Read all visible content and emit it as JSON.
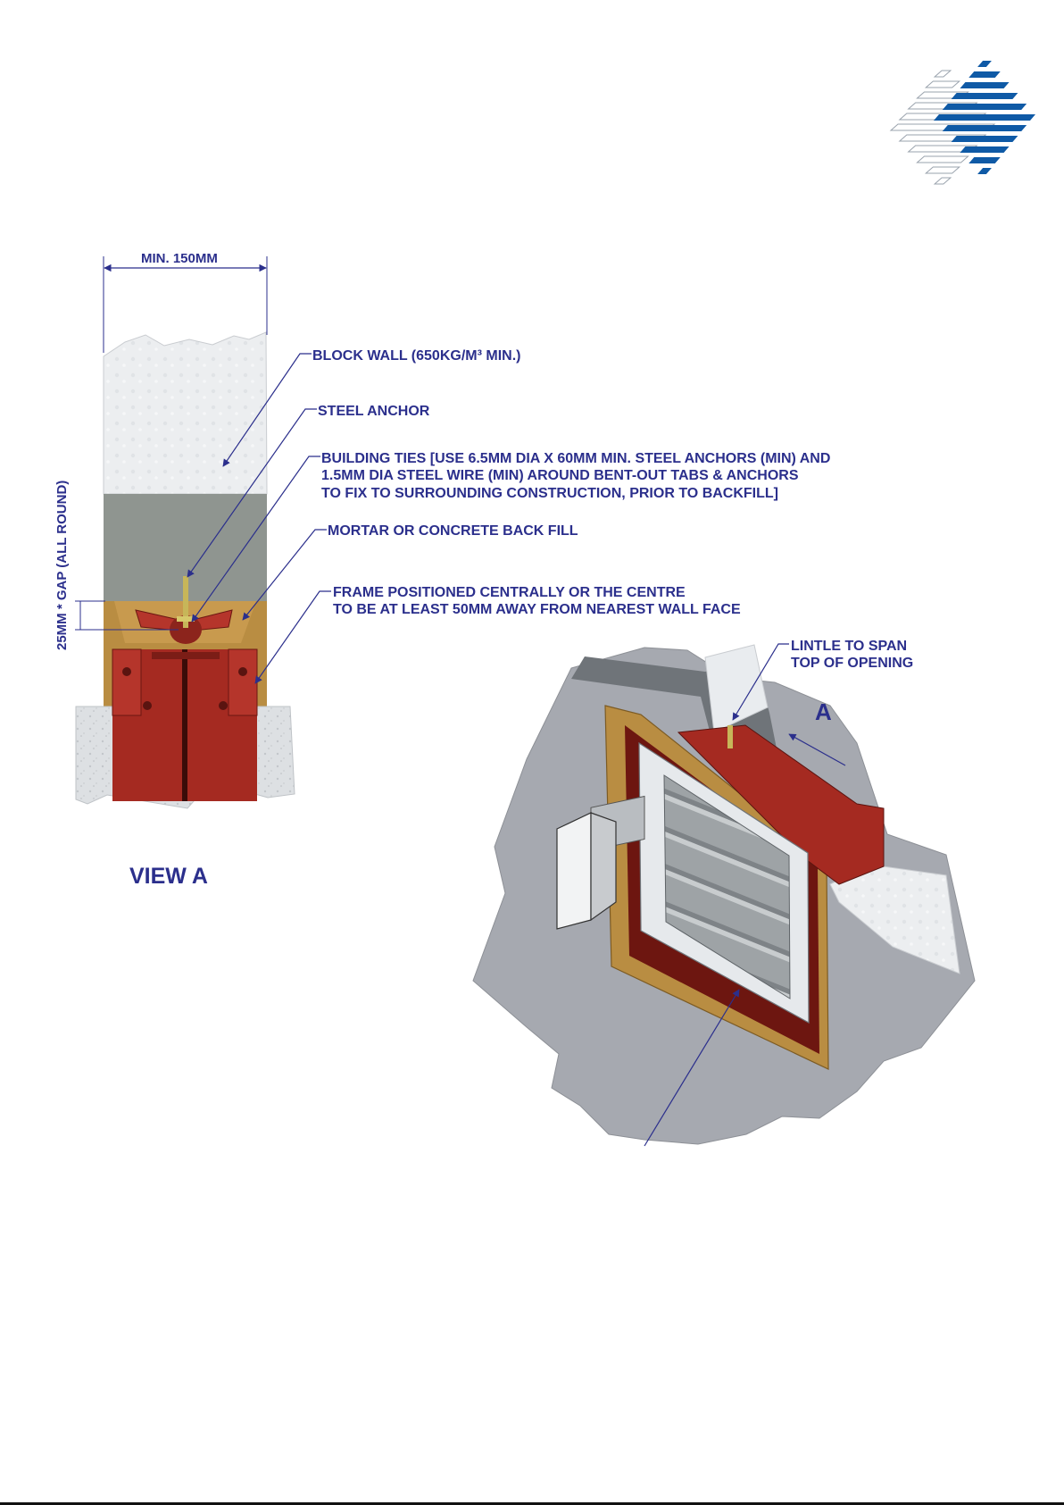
{
  "colors": {
    "ink": "#2b2f8c",
    "logo_blue": "#0f5aa6",
    "block": "#e9ecef",
    "concrete": "#8f9590",
    "mortar": "#b98d42",
    "frame_red": "#a52a21",
    "wall_grey": "#a6a9b0",
    "slab_grey": "#d3d6d9"
  },
  "logo": {
    "icon": "diamond-stripes-logo-icon"
  },
  "view_a": {
    "dim_width": "MIN. 150MM",
    "dim_gap": "25MM * GAP (ALL ROUND)",
    "title": "VIEW A",
    "callouts": {
      "block_wall": "BLOCK WALL (650KG/M³ MIN.)",
      "steel_anchor": "STEEL ANCHOR",
      "building_ties_1": "BUILDING TIES [USE 6.5MM DIA X 60MM MIN. STEEL ANCHORS (MIN) AND",
      "building_ties_2": "1.5MM DIA STEEL WIRE (MIN) AROUND BENT-OUT TABS & ANCHORS",
      "building_ties_3": "TO FIX TO SURROUNDING CONSTRUCTION, PRIOR TO BACKFILL]",
      "mortar": "MORTAR OR CONCRETE BACK FILL",
      "frame_1": "FRAME POSITIONED CENTRALLY OR THE CENTRE",
      "frame_2": "TO BE AT LEAST 50MM AWAY FROM NEAREST WALL FACE"
    }
  },
  "iso_view": {
    "lintel_1": "LINTLE TO SPAN",
    "lintel_2": "TOP OF OPENING",
    "view_marker": "A"
  }
}
